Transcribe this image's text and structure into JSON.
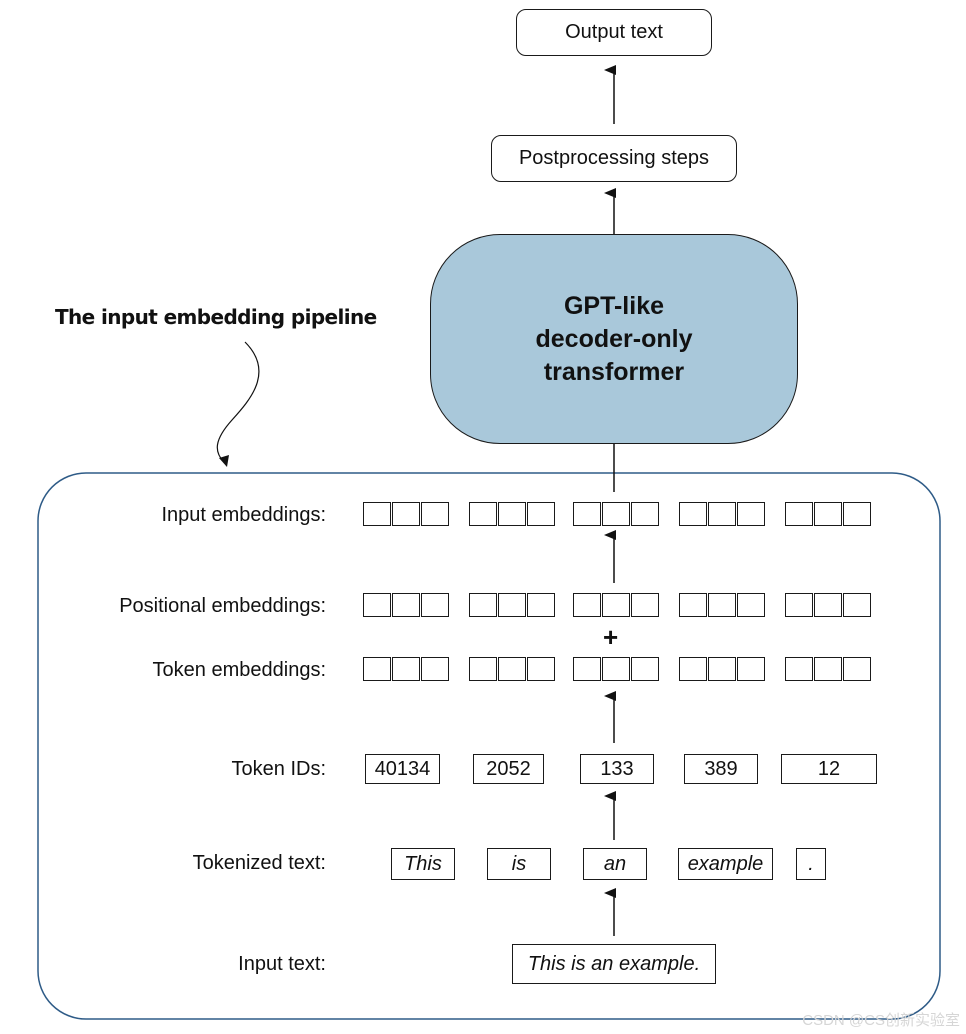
{
  "output_node": "Output text",
  "postprocessing_node": "Postprocessing steps",
  "transformer_lines": [
    "GPT-like",
    "decoder-only",
    "transformer"
  ],
  "pipeline_title": "The input embedding pipeline",
  "rows": {
    "input_embeddings": "Input embeddings:",
    "positional_embeddings": "Positional embeddings:",
    "token_embeddings": "Token embeddings:",
    "token_ids": "Token IDs:",
    "tokenized_text": "Tokenized text:",
    "input_text": "Input text:"
  },
  "plus_sign": "+",
  "token_ids": [
    "40134",
    "2052",
    "133",
    "389",
    "12"
  ],
  "tokens": [
    "This",
    "is",
    "an",
    "example",
    "."
  ],
  "input_text_value": "This is an example.",
  "watermark": "CSDN @CS创新实验室",
  "colors": {
    "transformer_fill": "#a9c8da",
    "pipeline_border": "#2e5b87"
  }
}
